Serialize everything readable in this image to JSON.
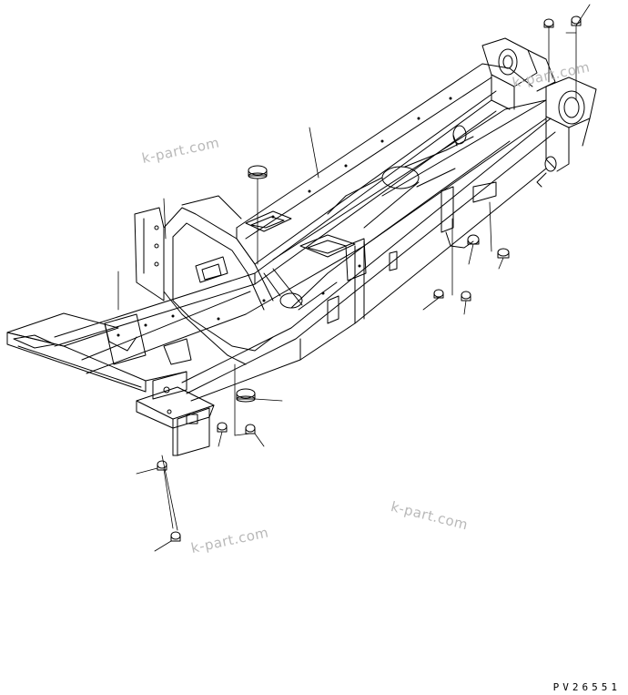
{
  "watermarks": [
    "k-part.com",
    "k-part.com",
    "k-part.com",
    "k-part.com"
  ],
  "drawing_code": "PV26551"
}
